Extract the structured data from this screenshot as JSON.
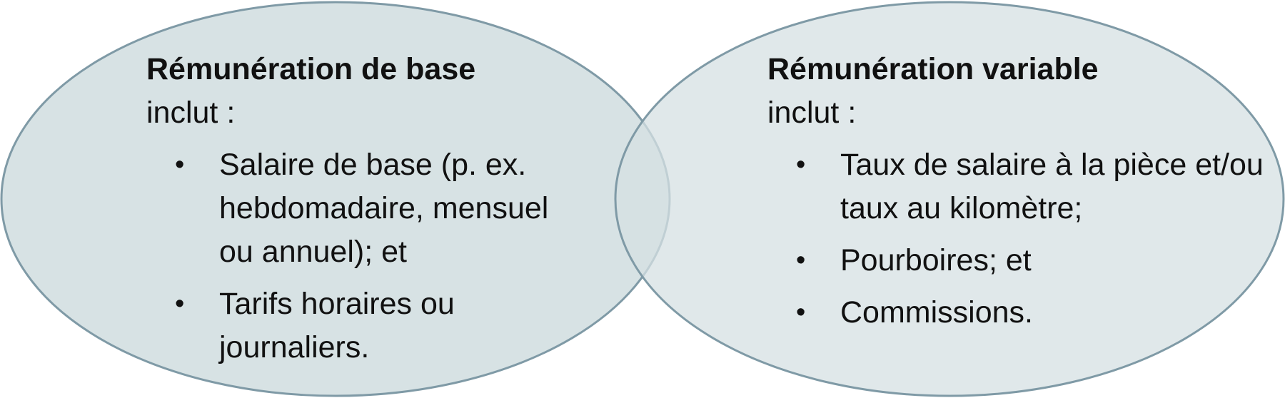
{
  "colors": {
    "circle_fill": "#d5e0e3",
    "circle_stroke": "#7f9aa6",
    "text": "#111111"
  },
  "left": {
    "title": "Rémunération de base",
    "subtitle": "inclut :",
    "items": [
      "Salaire de base (p. ex. hebdomadaire, mensuel ou annuel); et",
      "Tarifs horaires ou journaliers."
    ]
  },
  "right": {
    "title": "Rémunération variable",
    "subtitle": "inclut :",
    "items": [
      "Taux de salaire à la pièce et/ou taux au kilomètre;",
      "Pourboires; et",
      "Commissions."
    ]
  }
}
